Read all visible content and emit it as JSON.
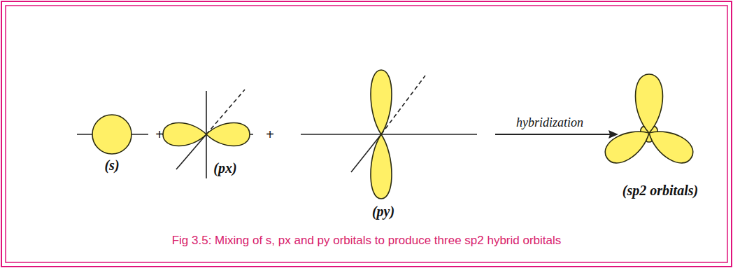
{
  "diagram": {
    "caption": "Fig 3.5: Mixing of s, px and py orbitals to produce three sp2 hybrid orbitals",
    "labels": [
      "(s)",
      "+",
      "(px)",
      "+",
      "(py)",
      "hybridization",
      "(sp2 orbitals)"
    ]
  }
}
